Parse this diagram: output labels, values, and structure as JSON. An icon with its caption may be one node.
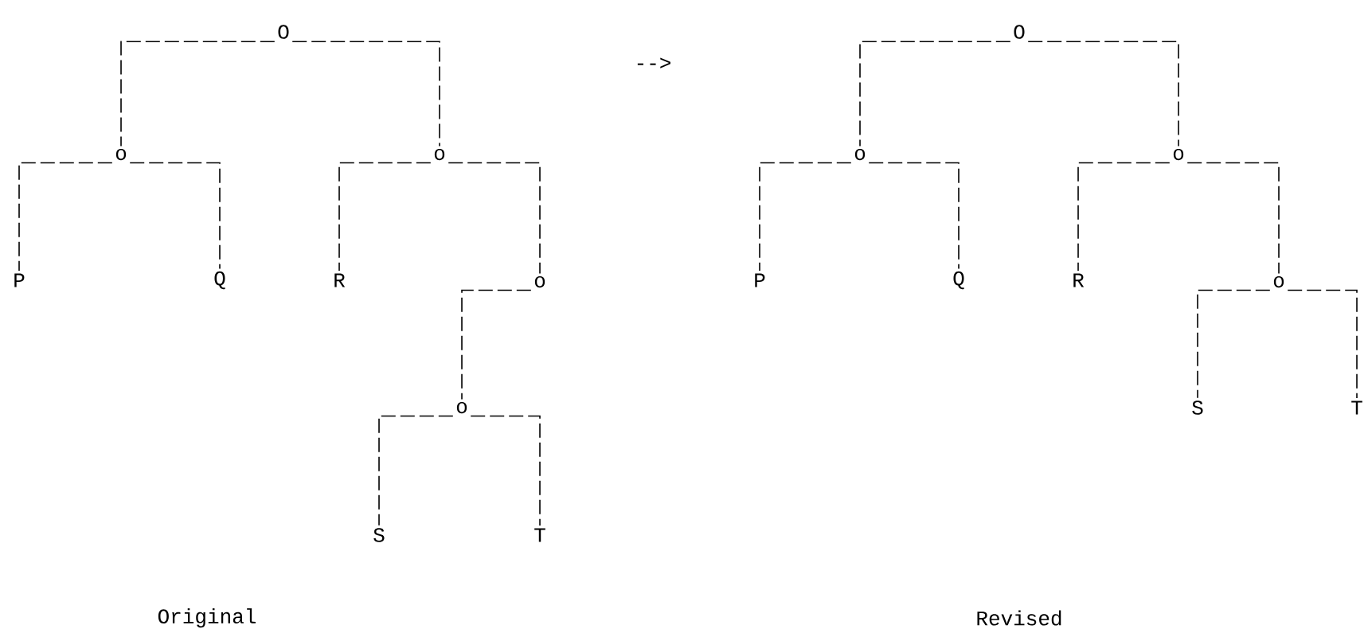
{
  "diagram": {
    "nodes": [
      {
        "text": [
          "O"
        ]
      },
      {
        "text": [
          "o"
        ]
      },
      {
        "text": [
          "o"
        ]
      },
      {
        "text": [
          "P"
        ]
      },
      {
        "text": [
          "Q"
        ]
      },
      {
        "text": [
          "R"
        ]
      },
      {
        "text": [
          "o"
        ]
      },
      {
        "text": [
          "o"
        ]
      },
      {
        "text": [
          "S"
        ]
      },
      {
        "text": [
          "T"
        ]
      },
      {
        "text": [
          "O"
        ]
      },
      {
        "text": [
          "o"
        ]
      },
      {
        "text": [
          "o"
        ]
      },
      {
        "text": [
          "P"
        ]
      },
      {
        "text": [
          "Q"
        ]
      },
      {
        "text": [
          "R"
        ]
      },
      {
        "text": [
          "o"
        ]
      },
      {
        "text": [
          "S"
        ]
      },
      {
        "text": [
          "T"
        ]
      }
    ],
    "edges": [
      {
        "from": 0,
        "to": 1,
        "arrow": "none"
      },
      {
        "from": 0,
        "to": 2,
        "arrow": "none"
      },
      {
        "from": 1,
        "to": 3,
        "arrow": "none"
      },
      {
        "from": 1,
        "to": 4,
        "arrow": "none"
      },
      {
        "from": 2,
        "to": 5,
        "arrow": "none"
      },
      {
        "from": 2,
        "to": 6,
        "arrow": "none"
      },
      {
        "from": 6,
        "to": 7,
        "arrow": "none"
      },
      {
        "from": 7,
        "to": 8,
        "arrow": "none"
      },
      {
        "from": 7,
        "to": 9,
        "arrow": "none"
      },
      {
        "from": 10,
        "to": 11,
        "arrow": "none"
      },
      {
        "from": 10,
        "to": 12,
        "arrow": "none"
      },
      {
        "from": 11,
        "to": 13,
        "arrow": "none"
      },
      {
        "from": 11,
        "to": 14,
        "arrow": "none"
      },
      {
        "from": 12,
        "to": 15,
        "arrow": "none"
      },
      {
        "from": 12,
        "to": 16,
        "arrow": "none"
      },
      {
        "from": 16,
        "to": 17,
        "arrow": "none"
      },
      {
        "from": 16,
        "to": 18,
        "arrow": "none"
      }
    ],
    "labels": [
      "-->",
      "Original",
      "Revised"
    ]
  }
}
